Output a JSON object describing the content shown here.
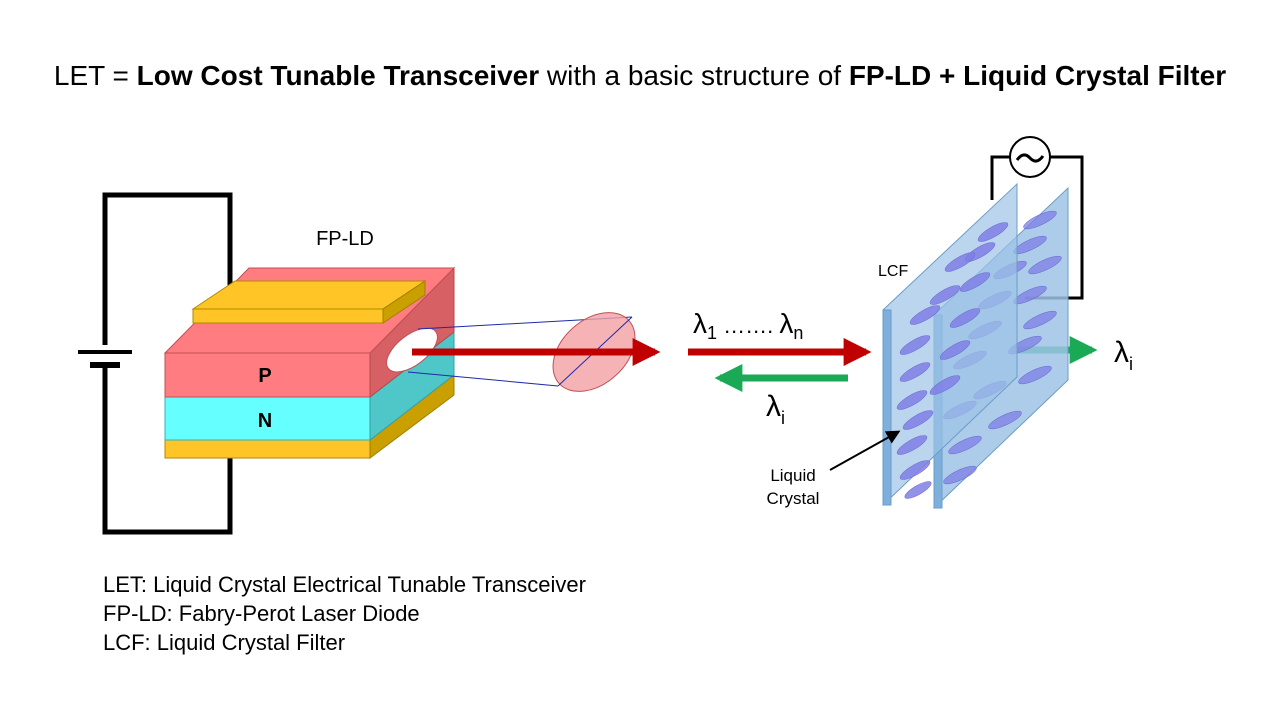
{
  "title": {
    "part1": "LET = ",
    "part2": "Low Cost Tunable Transceiver",
    "part3": " with a basic structure of ",
    "part4": "FP-LD + Liquid Crystal Filter"
  },
  "labels": {
    "fpld": "FP-LD",
    "p_layer": "P",
    "n_layer": "N",
    "lcf": "LCF",
    "lambda": "λ",
    "sub_1": "1",
    "sub_n": "n",
    "sub_i": "i",
    "dots": " ……. ",
    "liquid": "Liquid",
    "crystal": "Crystal",
    "ac_symbol": "~"
  },
  "legend": [
    "LET: Liquid Crystal Electrical Tunable Transceiver",
    "FP-LD: Fabry-Perot Laser Diode",
    "LCF: Liquid Crystal Filter"
  ],
  "colors": {
    "p_layer": "#ff7c80",
    "p_layer_dark": "#d66064",
    "n_layer": "#66ffff",
    "n_layer_dark": "#4fc6c8",
    "electrode": "#ffc527",
    "electrode_dark": "#c9a000",
    "red_arrow": "#c00000",
    "green_arrow": "#1aaa55",
    "lcf_plate": "#9dc3e6",
    "crystal": "#7f7fe5"
  }
}
